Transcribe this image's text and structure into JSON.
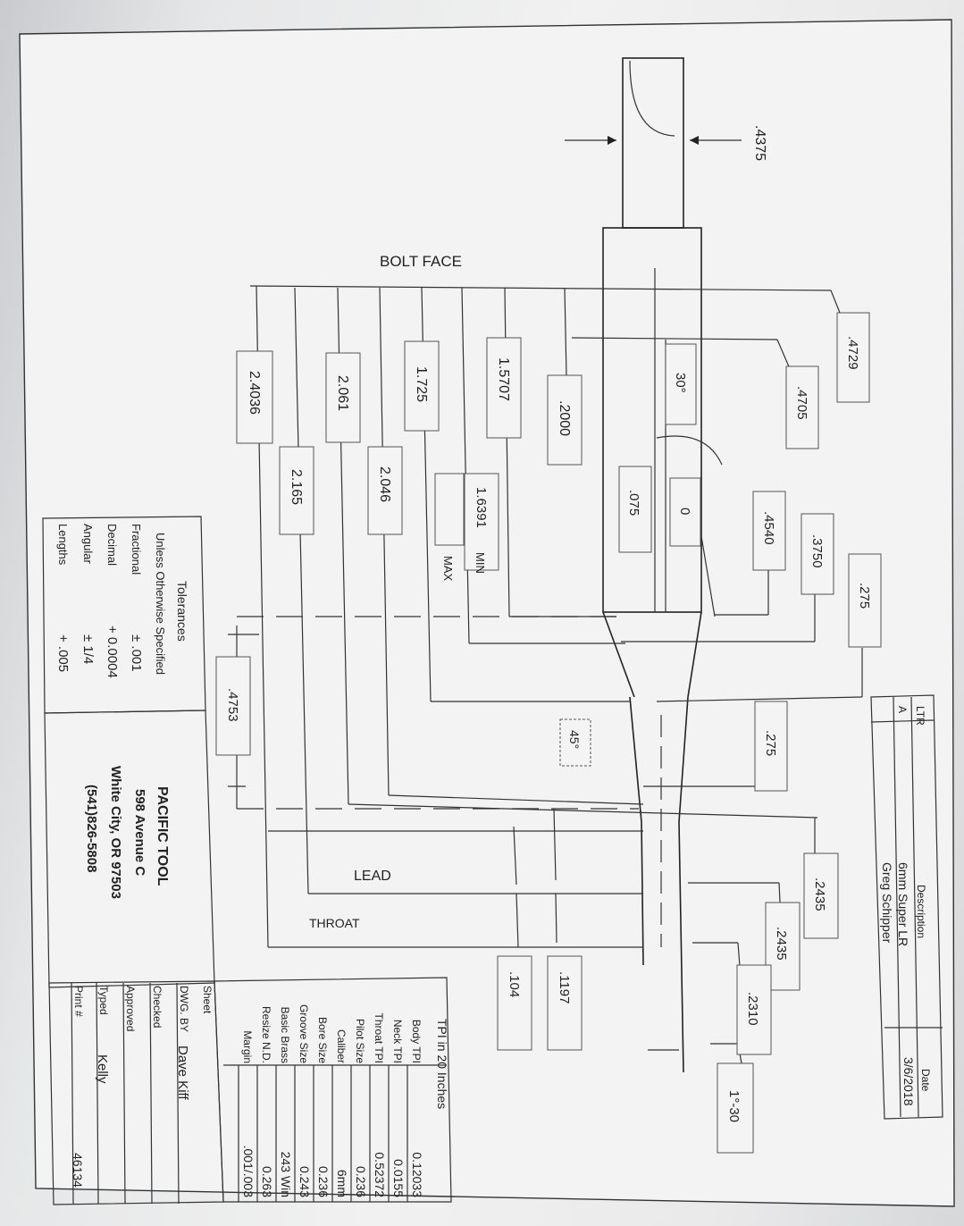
{
  "drawing": {
    "dim_4375": ".4375",
    "bolt_face": "BOLT FACE",
    "lead": "LEAD",
    "throat": "THROAT",
    "min": "MIN",
    "max": "MAX",
    "d4729": ".4729",
    "d4705": ".4705",
    "d30": "30°",
    "d2000": ".2000",
    "d15707": "1.5707",
    "d1725": "1.725",
    "d2061": "2.061",
    "d24036": "2.4036",
    "d075": ".075",
    "d0": "0",
    "d4540": ".4540",
    "d3750": ".3750",
    "d275a": ".275",
    "d16391": "1.6391",
    "d2046": "2.046",
    "d2165": "2.165",
    "d4753": ".4753",
    "d45": "45°",
    "d275b": ".275",
    "d2435a": ".2435",
    "d2435b": ".2435",
    "d2310": ".2310",
    "d130": "1°-30",
    "d1197": ".1197",
    "d104": ".104"
  },
  "revision": {
    "ltr_label": "LTR",
    "ltr_value": "A",
    "description_label": "Description",
    "description_1": "6mm Super LR",
    "description_2": "Greg Schipper",
    "date_label": "Date",
    "date_value": "3/6/2018"
  },
  "tolerances": {
    "title": "Tolerances",
    "subtitle": "Unless Otherwise Specified",
    "rows": [
      {
        "label": "Fractional",
        "value": "± .001"
      },
      {
        "label": "Decimal",
        "value": "+ 0.0004"
      },
      {
        "label": "Angular",
        "value": "± 1/4"
      },
      {
        "label": "Lengths",
        "value": "+ .005"
      }
    ]
  },
  "company": {
    "name": "PACIFIC TOOL",
    "address1": "598 Avenue C",
    "address2": "White City, OR 97503",
    "phone": "(541)826-5808"
  },
  "specs": {
    "title": "TPI in 20 Inches",
    "rows": [
      {
        "label": "Body TPI",
        "value": "0.12033"
      },
      {
        "label": "Neck TPI",
        "value": "0.0155"
      },
      {
        "label": "Throat TPI",
        "value": "0.52372"
      },
      {
        "label": "Pilot Size",
        "value": "0.236"
      },
      {
        "label": "Caliber",
        "value": "6mm"
      },
      {
        "label": "Bore Size",
        "value": "0.236"
      },
      {
        "label": "Groove Size",
        "value": "0.243"
      },
      {
        "label": "Basic Brass",
        "value": "243 Win"
      },
      {
        "label": "Resize N.D.",
        "value": "0.263"
      },
      {
        "label": "Margin",
        "value": ".001/.003"
      }
    ]
  },
  "titleblock": {
    "sheet_label": "Sheet",
    "dwg_label": "DWG. BY",
    "dwg_value": "Dave Kiff",
    "checked_label": "Checked",
    "approved_label": "Approved",
    "typed_label": "Typed",
    "typed_value": "Kelly",
    "print_label": "Print #",
    "print_value": "46134"
  }
}
